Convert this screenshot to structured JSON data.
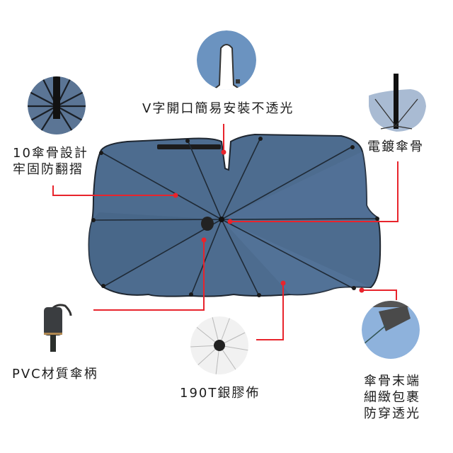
{
  "infographic": {
    "subject": "car windshield sunshade umbrella",
    "colors": {
      "umbrella_fabric": "#4b6a8c",
      "umbrella_fabric_light": "#5a7a9c",
      "rib": "#1f2a36",
      "callout_red": "#e8242c",
      "silver_fabric": "#eeeeee",
      "detail_blue": "#7aa2d0"
    },
    "callouts": {
      "v_opening": {
        "text": "V字開口簡易安裝不透光"
      },
      "ten_ribs": {
        "lines": [
          "10傘骨設計",
          "牢固防翻摺"
        ]
      },
      "plated_ribs": {
        "text": "電鍍傘骨"
      },
      "pvc_handle": {
        "text": "PVC材質傘柄"
      },
      "silver_cloth": {
        "text": "190T銀膠佈"
      },
      "rib_tips": {
        "lines": [
          "傘骨末端",
          "細緻包裹",
          "防穿透光"
        ]
      }
    }
  }
}
